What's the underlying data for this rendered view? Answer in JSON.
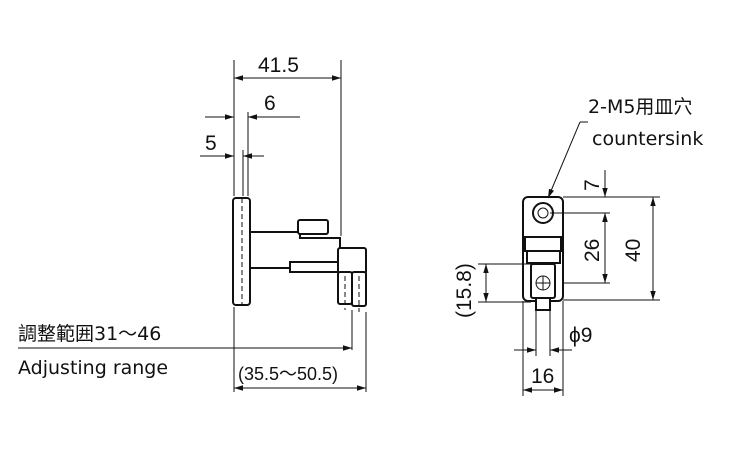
{
  "dimensions": {
    "overall_width": "41.5",
    "six": "6",
    "five": "5",
    "adjusting_range_jp": "調整範囲31～46",
    "adjusting_range_en": "Adjusting range",
    "adjusting_range_alt": "(35.5～50.5)",
    "hole_label": "2-M5用皿穴",
    "hole_label_en": "countersink",
    "seven": "7",
    "twenty_six": "26",
    "forty": "40",
    "fifteen_eight": "(15.8)",
    "phi_nine": "ϕ9",
    "sixteen": "16"
  }
}
